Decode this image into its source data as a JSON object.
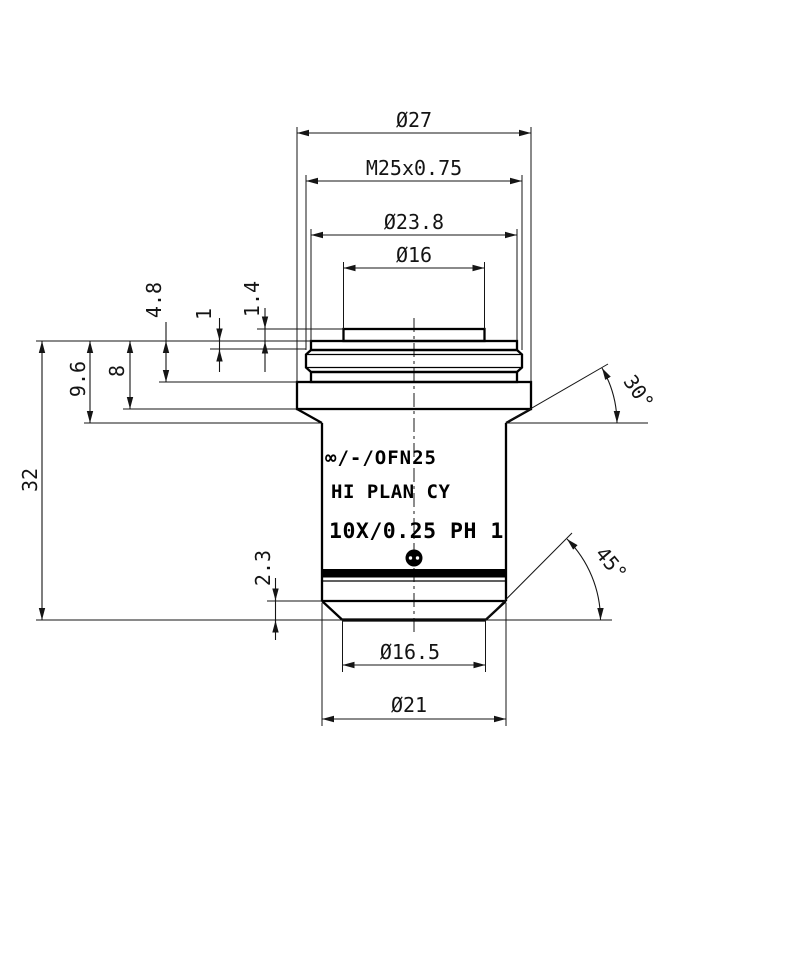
{
  "drawing": {
    "type": "technical-dimension-drawing",
    "subject": "microscope objective",
    "colors": {
      "line": "#000000",
      "background": "#ffffff"
    }
  },
  "engraving": {
    "line1": "∞/-/OFN25",
    "line2": "HI PLAN CY",
    "line3": "10X/0.25 PH 1"
  },
  "dimensions": {
    "flange_od": "Ø27",
    "thread": "M25x0.75",
    "shoulder_od": "Ø23.8",
    "top_od": "Ø16",
    "front_od": "Ø16.5",
    "body_od": "Ø21",
    "overall_length": "32",
    "shoulder_height": "9.6",
    "flange_bottom_offset": "8",
    "flange_top_offset": "4.8",
    "crest_step": "1",
    "top_step": "1.4",
    "tip_chamfer_height": "2.3",
    "flange_chamfer_angle": "30°",
    "tip_chamfer_angle": "45°"
  }
}
